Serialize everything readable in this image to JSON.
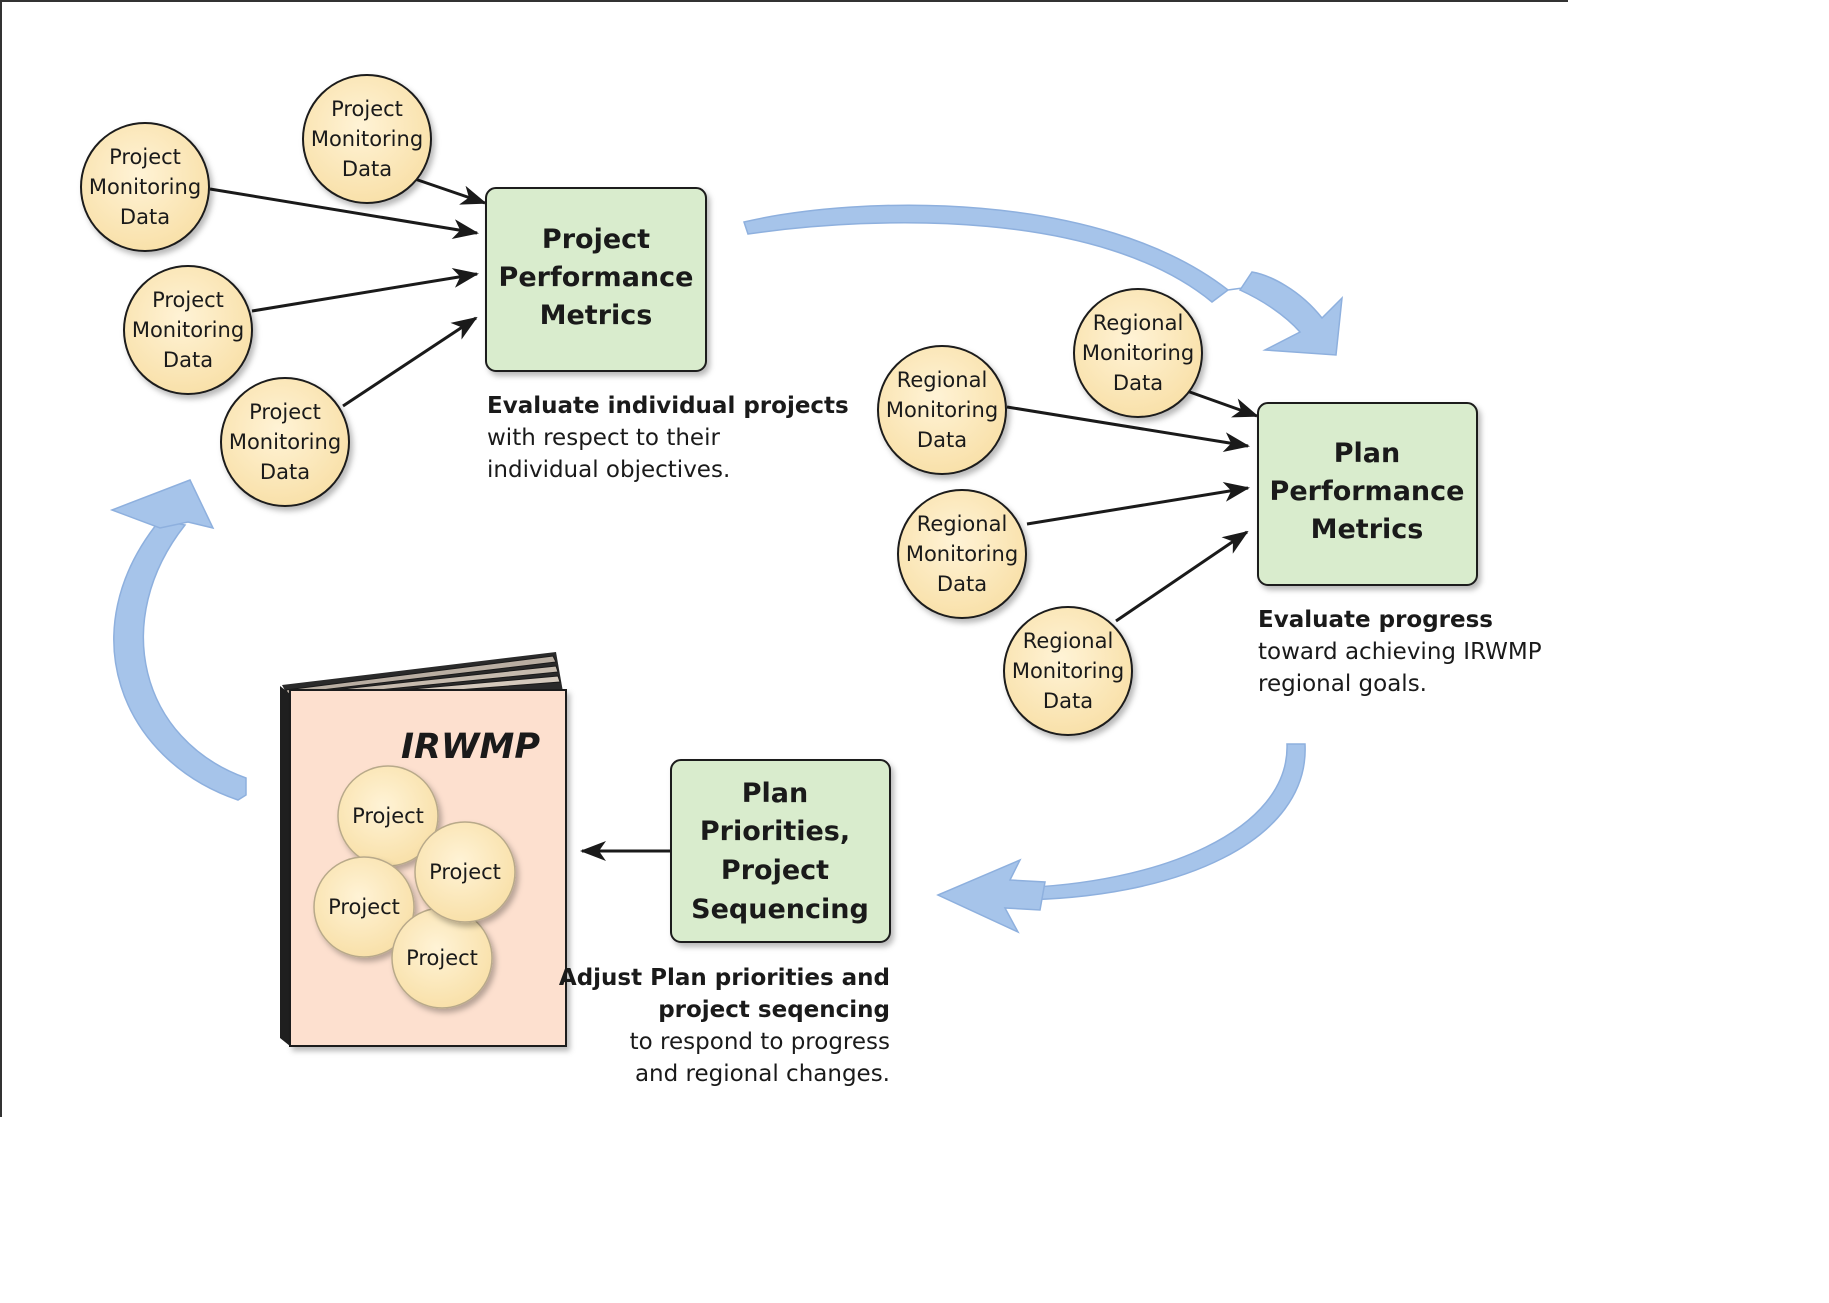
{
  "project_monitoring_label": [
    "Project",
    "Monitoring",
    "Data"
  ],
  "regional_monitoring_label": [
    "Regional",
    "Monitoring",
    "Data"
  ],
  "boxes": {
    "project_performance": [
      "Project",
      "Performance",
      "Metrics"
    ],
    "plan_performance": [
      "Plan",
      "Performance",
      "Metrics"
    ],
    "plan_priorities": [
      "Plan",
      "Priorities,",
      "Project",
      "Sequencing"
    ]
  },
  "book": {
    "title": "IRWMP",
    "project_label": "Project"
  },
  "captions": {
    "project_eval": {
      "bold": [
        "Evaluate individual projects"
      ],
      "lines": [
        "with respect to their",
        "individual objectives."
      ]
    },
    "plan_eval": {
      "bold": [
        "Evaluate progress"
      ],
      "lines": [
        "toward achieving IRWMP",
        "regional goals."
      ]
    },
    "adjust": {
      "bold": [
        "Adjust Plan priorities and",
        "project seqencing"
      ],
      "lines": [
        "to respond to progress",
        "and regional changes."
      ]
    }
  },
  "colors": {
    "circle_fill": "#fce4b0",
    "box_fill": "#d9eccd",
    "book_cover": "#fde0cf",
    "cycle_arrow": "#a6c4ea",
    "text": "#1a1a1a"
  }
}
